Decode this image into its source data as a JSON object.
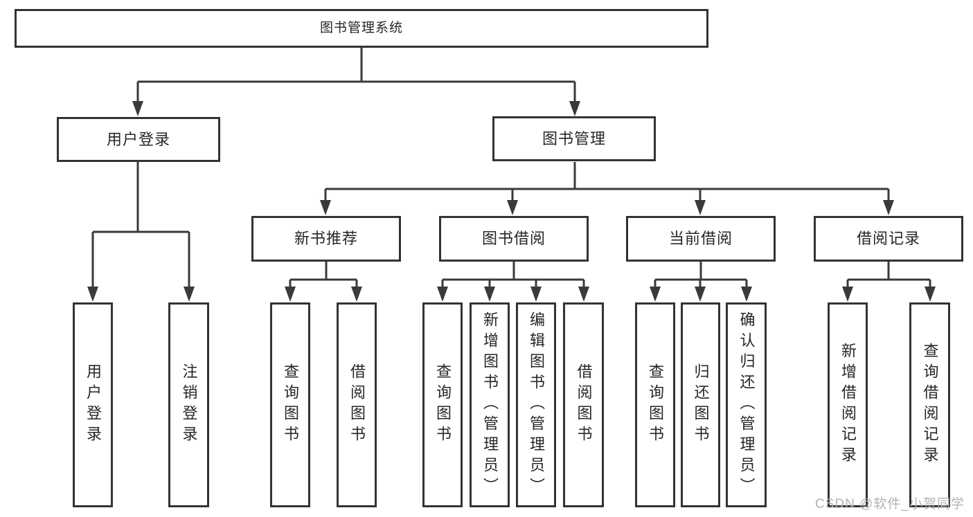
{
  "diagram": {
    "root": {
      "label": "图书管理系统"
    },
    "level2": [
      {
        "label": "用户登录"
      },
      {
        "label": "图书管理"
      }
    ],
    "level3": [
      {
        "label": "新书推荐"
      },
      {
        "label": "图书借阅"
      },
      {
        "label": "当前借阅"
      },
      {
        "label": "借阅记录"
      }
    ],
    "leaves": {
      "user_login": [
        {
          "label": "用户登录"
        },
        {
          "label": "注销登录"
        }
      ],
      "new_book_recommend": [
        {
          "label": "查询图书"
        },
        {
          "label": "借阅图书"
        }
      ],
      "book_borrow": [
        {
          "label": "查询图书"
        },
        {
          "label": "新增图书（管理员）"
        },
        {
          "label": "编辑图书（管理员）"
        },
        {
          "label": "借阅图书"
        }
      ],
      "current_borrow": [
        {
          "label": "查询图书"
        },
        {
          "label": "归还图书"
        },
        {
          "label": "确认归还（管理员）"
        }
      ],
      "borrow_record": [
        {
          "label": "新增借阅记录"
        },
        {
          "label": "查询借阅记录"
        }
      ]
    }
  },
  "watermark": {
    "text": "CSDN @软件_小贺同学"
  },
  "colors": {
    "line": "#3a3a3a",
    "box_border": "#333333",
    "text": "#262626",
    "watermark": "#b3b3b3",
    "background": "#ffffff"
  }
}
